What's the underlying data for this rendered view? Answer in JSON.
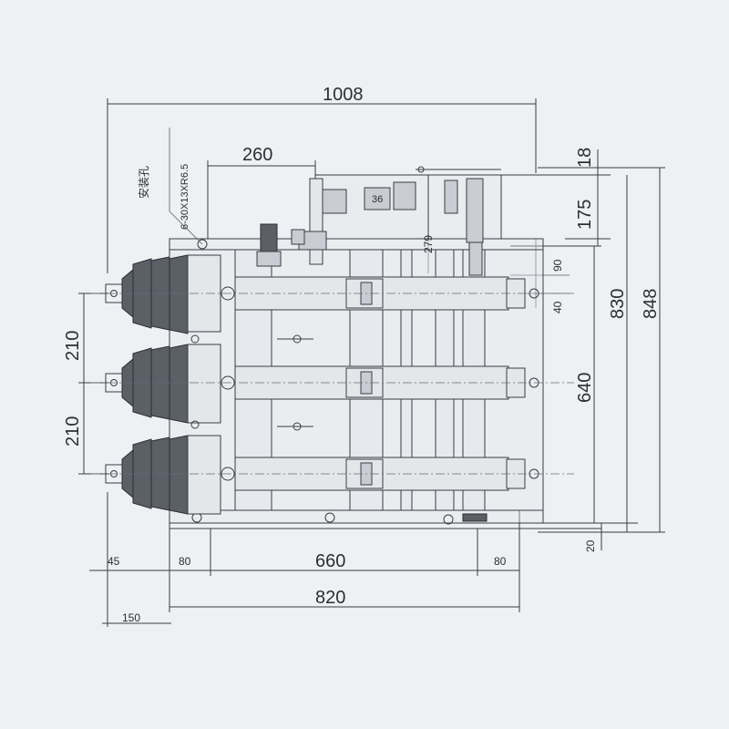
{
  "dimensions": {
    "overall_width": "1008",
    "offset_260": "260",
    "mount_hole_spec": "6-30X13XR6.5",
    "mount_hole_label": "安装孔",
    "pitch_upper": "210",
    "pitch_lower": "210",
    "width_660": "660",
    "left_80": "80",
    "right_80": "80",
    "left_45": "45",
    "width_820": "820",
    "left_150": "150",
    "top_18": "18",
    "top_175": "175",
    "height_830": "830",
    "height_848": "848",
    "height_640": "640",
    "small_279": "279",
    "small_90": "90",
    "small_40": "40",
    "bottom_20": "20",
    "tag_36": "36"
  },
  "colors": {
    "background": "#eef0f3",
    "lines": "#3a3d42",
    "insulator": "#5b5f66"
  }
}
